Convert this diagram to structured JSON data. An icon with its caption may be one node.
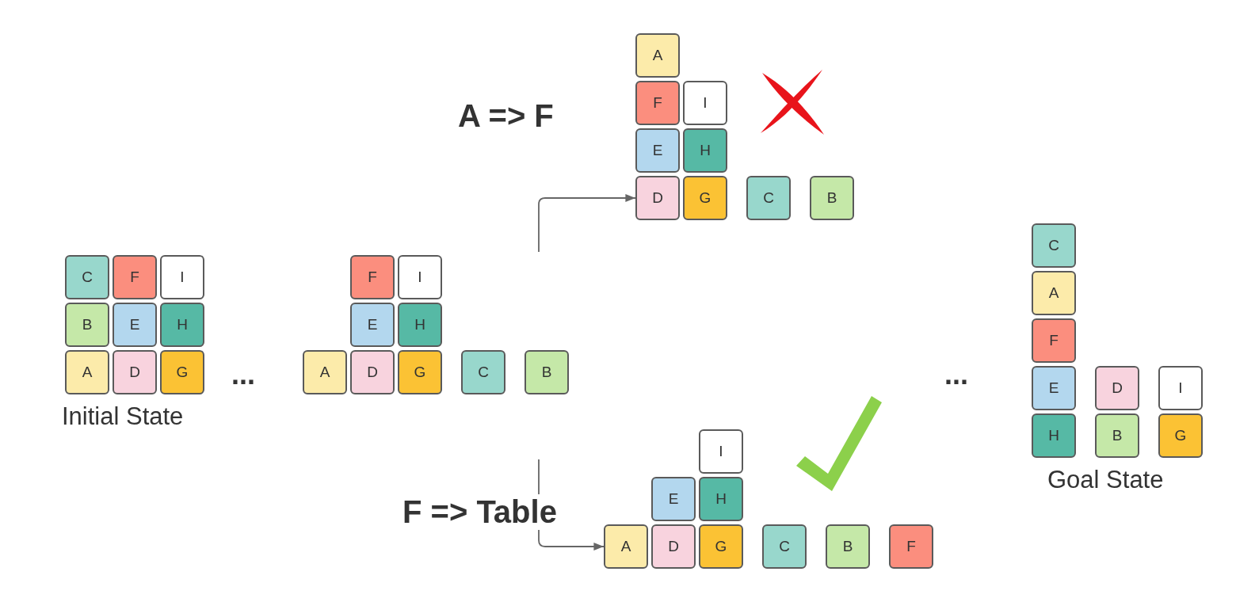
{
  "diagram": {
    "nodes": [
      {
        "text": [
          "C"
        ]
      },
      {
        "text": [
          "F"
        ]
      },
      {
        "text": [
          "I"
        ]
      },
      {
        "text": [
          "B"
        ]
      },
      {
        "text": [
          "E"
        ]
      },
      {
        "text": [
          "H"
        ]
      },
      {
        "text": [
          "A"
        ]
      },
      {
        "text": [
          "D"
        ]
      },
      {
        "text": [
          "G"
        ]
      },
      {
        "text": [
          "F"
        ]
      },
      {
        "text": [
          "I"
        ]
      },
      {
        "text": [
          "E"
        ]
      },
      {
        "text": [
          "H"
        ]
      },
      {
        "text": [
          "A"
        ]
      },
      {
        "text": [
          "D"
        ]
      },
      {
        "text": [
          "G"
        ]
      },
      {
        "text": [
          "C"
        ]
      },
      {
        "text": [
          "B"
        ]
      },
      {
        "text": [
          "A"
        ]
      },
      {
        "text": [
          "F"
        ]
      },
      {
        "text": [
          "I"
        ]
      },
      {
        "text": [
          "E"
        ]
      },
      {
        "text": [
          "H"
        ]
      },
      {
        "text": [
          "D"
        ]
      },
      {
        "text": [
          "G"
        ]
      },
      {
        "text": [
          "C"
        ]
      },
      {
        "text": [
          "B"
        ]
      },
      {
        "text": [
          "I"
        ]
      },
      {
        "text": [
          "E"
        ]
      },
      {
        "text": [
          "H"
        ]
      },
      {
        "text": [
          "A"
        ]
      },
      {
        "text": [
          "D"
        ]
      },
      {
        "text": [
          "G"
        ]
      },
      {
        "text": [
          "C"
        ]
      },
      {
        "text": [
          "B"
        ]
      },
      {
        "text": [
          "F"
        ]
      },
      {
        "text": [
          "C"
        ]
      },
      {
        "text": [
          "A"
        ]
      },
      {
        "text": [
          "F"
        ]
      },
      {
        "text": [
          "E"
        ]
      },
      {
        "text": [
          "D"
        ]
      },
      {
        "text": [
          "I"
        ]
      },
      {
        "text": [
          "H"
        ]
      },
      {
        "text": [
          "B"
        ]
      },
      {
        "text": [
          "G"
        ]
      }
    ],
    "edges": [
      {
        "from": null,
        "to": 23,
        "arrow": "to",
        "label": "A => F"
      },
      {
        "from": null,
        "to": 30,
        "arrow": "to",
        "label": "F => Table"
      }
    ],
    "labels": [
      "...",
      "...",
      "Initial State",
      "Goal State"
    ]
  }
}
